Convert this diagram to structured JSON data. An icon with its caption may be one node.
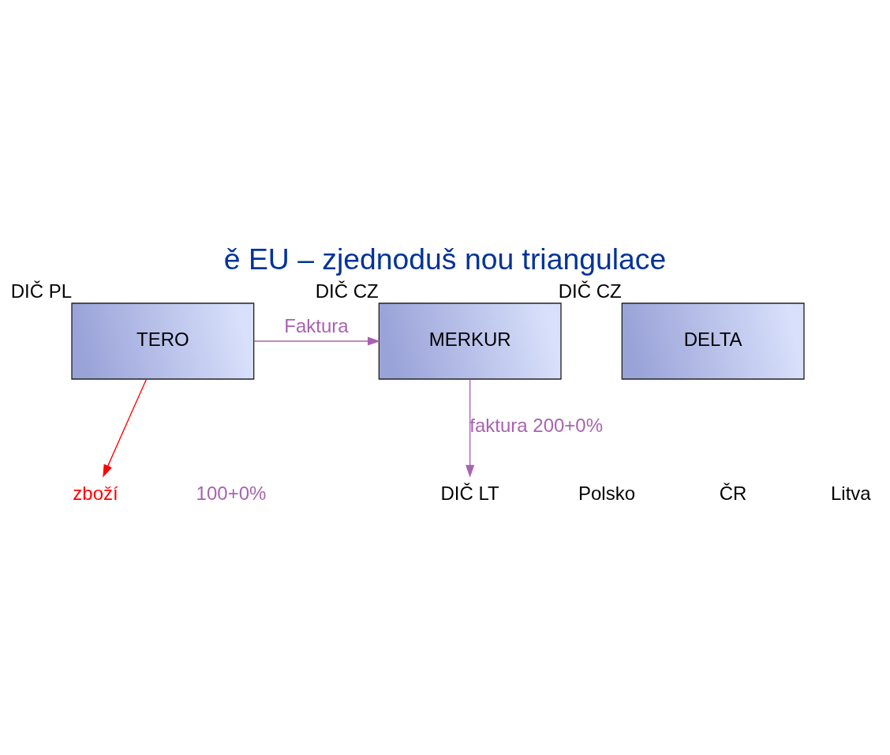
{
  "diagram": {
    "title": "ě EU – zjednoduš nou triangulace",
    "nodes": [
      {
        "text": [
          "TERO"
        ],
        "beside": [
          "DIČ PL"
        ]
      },
      {
        "text": [
          "MERKUR"
        ],
        "beside": [
          "DIČ CZ"
        ]
      },
      {
        "text": [
          "DELTA"
        ],
        "beside": [
          "DIČ CZ"
        ]
      },
      {
        "text": [
          "DIČ LT"
        ]
      },
      {
        "text": [
          "zboží"
        ]
      }
    ],
    "edges": [
      {
        "from": 0,
        "to": 1,
        "arrow": "to",
        "label": "Faktura"
      },
      {
        "from": 1,
        "to": 3,
        "arrow": "to",
        "label": "faktura 200+0%"
      },
      {
        "from": 0,
        "to": 4,
        "arrow": "to",
        "color": "#ff0000"
      }
    ],
    "labels": [
      "100+0%",
      "Polsko",
      "ČR",
      "Litva"
    ]
  }
}
